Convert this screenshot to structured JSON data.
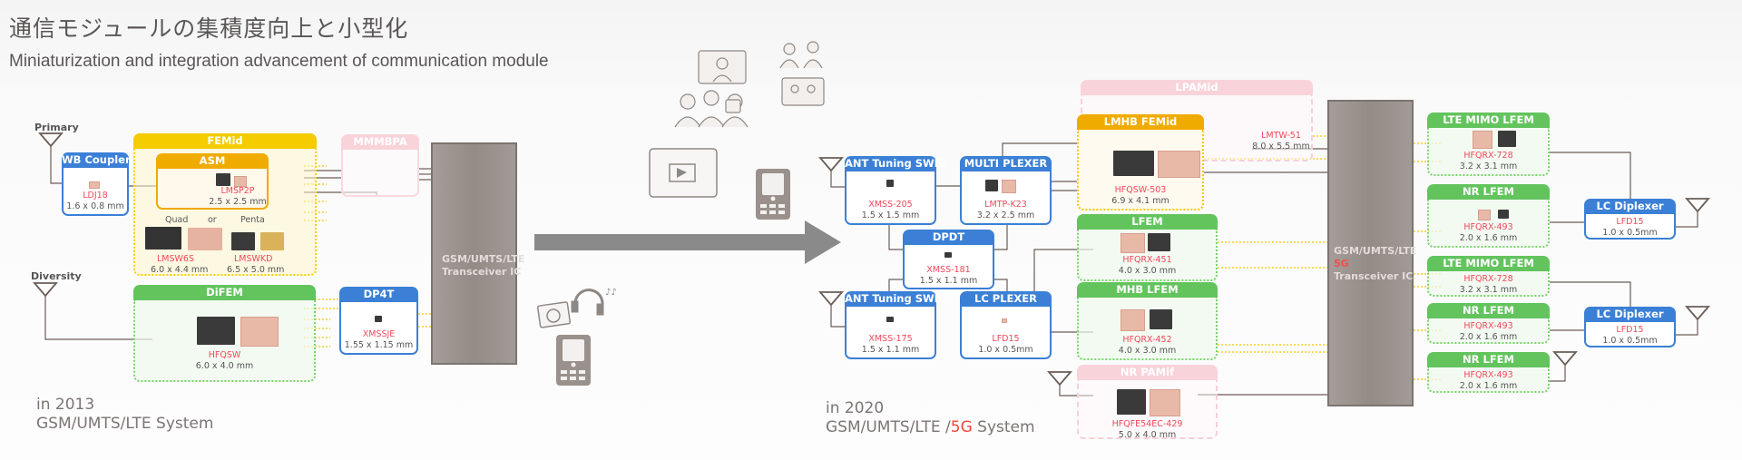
{
  "header": {
    "title_ja": "通信モジュールの集積度向上と小型化",
    "title_en": "Miniaturization and integration advancement of communication module"
  },
  "colors": {
    "blue": "#3b80d6",
    "yellow": "#f4cc00",
    "orange": "#f0ab00",
    "green": "#63c45e",
    "pink": "#f9d3da",
    "part_number": "#f0485a",
    "transceiver": "#978f8a",
    "arrow": "#8a8a8a"
  },
  "system_2013": {
    "era_year": "in 2013",
    "era_system": "GSM/UMTS/LTE System",
    "primary_label": "Primary",
    "diversity_label": "Diversity",
    "transceiver": {
      "line1": "GSM/UMTS/LTE",
      "line2": "Transceiver IC"
    },
    "modules": {
      "wb_coupler": {
        "title": "WB Coupler",
        "part": "LDJ18",
        "size": "1.6 x 0.8 mm"
      },
      "femid": {
        "title": "FEMid",
        "quad": "Quad",
        "or": "or",
        "penta": "Penta",
        "quad_part": "LMSW6S",
        "quad_size": "6.0 x 4.4 mm",
        "penta_part": "LMSWKD",
        "penta_size": "6.5 x 5.0 mm"
      },
      "asm": {
        "title": "ASM",
        "part": "LMSP2P",
        "size": "2.5 x 2.5 mm"
      },
      "mmmbpa": {
        "title": "MMMBPA"
      },
      "difem": {
        "title": "DiFEM",
        "part": "HFQSW",
        "size": "6.0 x 4.0 mm"
      },
      "dp4t": {
        "title": "DP4T",
        "part": "XMSSJE",
        "size": "1.55 x 1.15 mm"
      }
    }
  },
  "system_2020": {
    "era_year": "in 2020",
    "era_system_prefix": "GSM/UMTS/LTE /",
    "era_system_5g": "5G",
    "era_system_suffix": " System",
    "transceiver": {
      "line1": "GSM/UMTS/LTE",
      "line2": "5G",
      "line3": "Transceiver IC"
    },
    "modules": {
      "ant_tuning_1": {
        "title": "ANT Tuning SWIC",
        "part": "XMSS-205",
        "size": "1.5 x 1.5 mm"
      },
      "multiplexer": {
        "title": "MULTI PLEXER",
        "part": "LMTP-K23",
        "size": "3.2 x 2.5 mm"
      },
      "dpdt": {
        "title": "DPDT",
        "part": "XMSS-181",
        "size": "1.5 x 1.1 mm"
      },
      "ant_tuning_2": {
        "title": "ANT Tuning SWIC",
        "part": "XMSS-175",
        "size": "1.5 x 1.1 mm"
      },
      "lc_plexer": {
        "title": "LC PLEXER",
        "part": "LFD15",
        "size": "1.0 x 0.5mm"
      },
      "lpamid": {
        "title": "LPAMid",
        "part": "LMTW-51",
        "size": "8.0 x 5.5 mm"
      },
      "lmhb_femid": {
        "title": "LMHB FEMid",
        "part": "HFQSW-503",
        "size": "6.9 x 4.1 mm"
      },
      "lfem": {
        "title": "LFEM",
        "part": "HFQRX-451",
        "size": "4.0 x 3.0 mm"
      },
      "mhb_lfem": {
        "title": "MHB LFEM",
        "part": "HFQRX-452",
        "size": "4.0 x 3.0 mm"
      },
      "nr_pamif": {
        "title": "NR PAMif",
        "part": "HFQFE54EC-429",
        "size": "5.0 x 4.0 mm"
      },
      "lte_mimo_lfem_1": {
        "title": "LTE MIMO LFEM",
        "part": "HFQRX-728",
        "size": "3.2 x 3.1 mm"
      },
      "nr_lfem_1": {
        "title": "NR LFEM",
        "part": "HFQRX-493",
        "size": "2.0 x 1.6 mm"
      },
      "lte_mimo_lfem_2": {
        "title": "LTE MIMO LFEM",
        "part": "HFQRX-728",
        "size": "3.2 x 3.1 mm"
      },
      "nr_lfem_2": {
        "title": "NR LFEM",
        "part": "HFQRX-493",
        "size": "2.0 x 1.6 mm"
      },
      "nr_lfem_3": {
        "title": "NR LFEM",
        "part": "HFQRX-493",
        "size": "2.0 x 1.6 mm"
      },
      "lc_diplexer_1": {
        "title": "LC Diplexer",
        "part": "LFD15",
        "size": "1.0 x 0.5mm"
      },
      "lc_diplexer_2": {
        "title": "LC Diplexer",
        "part": "LFD15",
        "size": "1.0 x 0.5mm"
      }
    }
  },
  "illustrations": [
    "people-icon",
    "tablet-icon",
    "video-player-icon",
    "phone-icon",
    "camera-icon",
    "headphones-icon",
    "music-note-icon",
    "arrow-right-icon",
    "antenna-icon"
  ]
}
